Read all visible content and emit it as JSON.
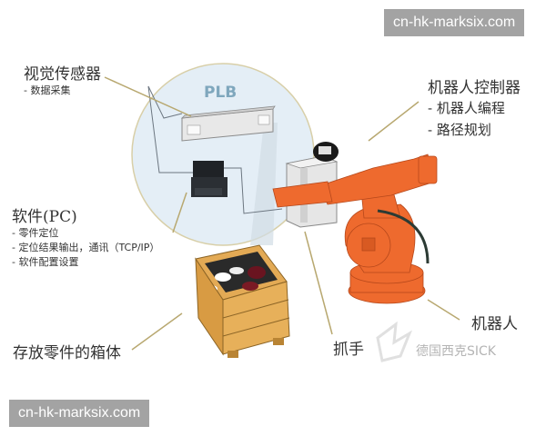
{
  "watermarks": {
    "top_right": "cn-hk-marksix.com",
    "bottom_left": "cn-hk-marksix.com",
    "logo_text": "德国西克SICK"
  },
  "diagram": {
    "title": "PLB",
    "labels": {
      "vision_sensor": {
        "title": "视觉传感器",
        "items": [
          "- 数据采集"
        ]
      },
      "software": {
        "title": "软件(PC)",
        "items": [
          "- 零件定位",
          "- 定位结果输出，通讯（TCP/IP）",
          "- 软件配置设置"
        ]
      },
      "robot_controller": {
        "title": "机器人控制器",
        "items": [
          "- 机器人编程",
          "- 路径规划"
        ]
      },
      "parts_box": {
        "title": "存放零件的箱体"
      },
      "gripper": {
        "title": "抓手"
      },
      "robot": {
        "title": "机器人"
      }
    },
    "colors": {
      "robot": "#ee6a2e",
      "circle": "#dfe9f2",
      "plb_text": "#7fa7bd",
      "leader_line": "#b8a870",
      "box": "#d9a548"
    }
  }
}
